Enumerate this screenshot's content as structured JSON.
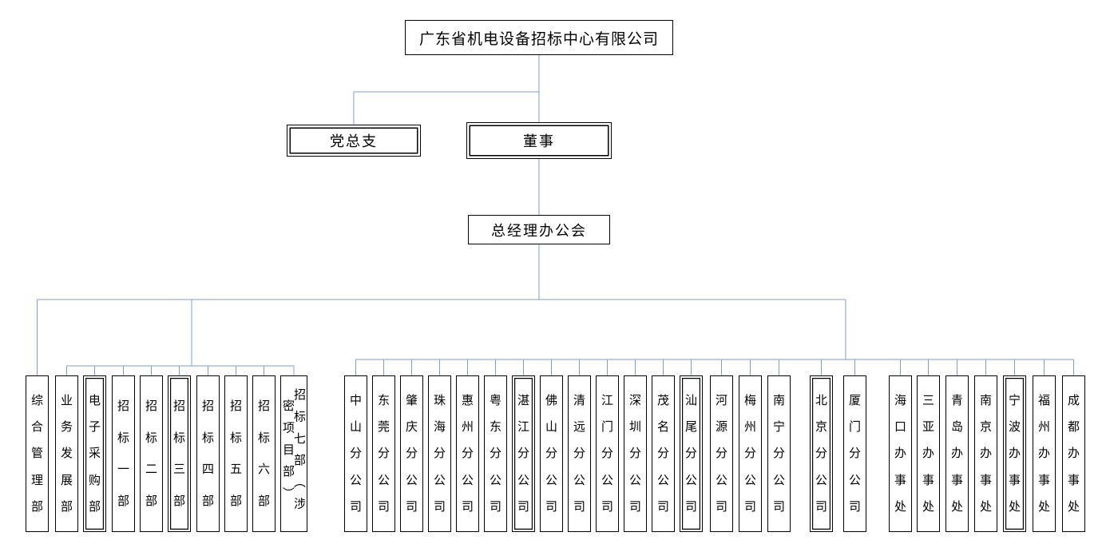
{
  "colors": {
    "connector": "#7da0c4",
    "box_border": "#000000",
    "background": "#ffffff"
  },
  "org": {
    "root": {
      "label": "广东省机电设备招标中心有限公司"
    },
    "level2": [
      {
        "label": "党总支"
      },
      {
        "label": "董事"
      }
    ],
    "level3": {
      "label": "总经理办公会"
    },
    "departments": [
      "综合管理部",
      "业务发展部",
      "电子采购部",
      "招标一部",
      "招标二部",
      "招标三部",
      "招标四部",
      "招标五部",
      "招标六部",
      "招标七部（涉密项目部）"
    ],
    "branches": [
      "中山分公司",
      "东莞分公司",
      "肇庆分公司",
      "珠海分公司",
      "惠州分公司",
      "粤东分公司",
      "湛江分公司",
      "佛山分公司",
      "清远分公司",
      "江门分公司",
      "深圳分公司",
      "茂名分公司",
      "汕尾分公司",
      "河源分公司",
      "梅州分公司",
      "南宁分公司",
      "北京分公司",
      "厦门分公司"
    ],
    "offices": [
      "海口办事处",
      "三亚办事处",
      "青岛办事处",
      "南京办事处",
      "宁波办事处",
      "福州办事处",
      "成都办事处"
    ]
  }
}
